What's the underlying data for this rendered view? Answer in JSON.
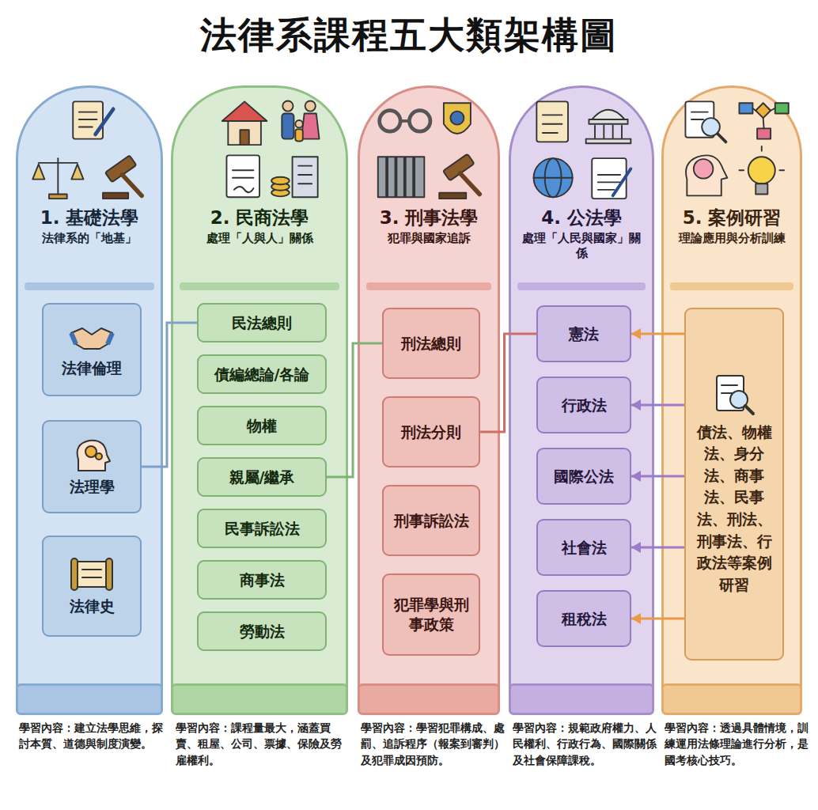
{
  "diagram": {
    "title": "法律系課程五大類架構圖",
    "nodes": [
      {
        "text": [
          "1. 基礎法學",
          "法律系的「地基」"
        ]
      },
      {
        "text": [
          "法律倫理"
        ],
        "in": 0
      },
      {
        "text": [
          "法理學"
        ],
        "in": 0
      },
      {
        "text": [
          "法律史"
        ],
        "in": 0
      },
      {
        "text": [
          "2. 民商法學",
          "處理「人與人」關係"
        ]
      },
      {
        "text": [
          "民法總則"
        ],
        "in": 4
      },
      {
        "text": [
          "債編總論/各論"
        ],
        "in": 4
      },
      {
        "text": [
          "物權"
        ],
        "in": 4
      },
      {
        "text": [
          "親屬/繼承"
        ],
        "in": 4
      },
      {
        "text": [
          "民事訴訟法"
        ],
        "in": 4
      },
      {
        "text": [
          "商事法"
        ],
        "in": 4
      },
      {
        "text": [
          "勞動法"
        ],
        "in": 4
      },
      {
        "text": [
          "3. 刑事法學",
          "犯罪與國家追訴"
        ]
      },
      {
        "text": [
          "刑法總則"
        ],
        "in": 12
      },
      {
        "text": [
          "刑法分則"
        ],
        "in": 12
      },
      {
        "text": [
          "刑事訴訟法"
        ],
        "in": 12
      },
      {
        "text": [
          "犯罪學與刑事政策"
        ],
        "in": 12
      },
      {
        "text": [
          "4. 公法學",
          "處理「人民與國家」關係"
        ]
      },
      {
        "text": [
          "憲法"
        ],
        "in": 17
      },
      {
        "text": [
          "行政法"
        ],
        "in": 17
      },
      {
        "text": [
          "國際公法"
        ],
        "in": 17
      },
      {
        "text": [
          "社會法"
        ],
        "in": 17
      },
      {
        "text": [
          "租稅法"
        ],
        "in": 17
      },
      {
        "text": [
          "5. 案例研習",
          "理論應用與分析訓練"
        ]
      },
      {
        "text": [
          "債法、物權法、身分法、商事法、民事法、刑法、刑事法、行政法等案例研習"
        ],
        "in": 23
      }
    ],
    "edges": [
      {
        "from": 2,
        "to": 5,
        "arrow": "none"
      },
      {
        "from": 8,
        "to": 13,
        "arrow": "none"
      },
      {
        "from": 14,
        "to": 18,
        "arrow": "none"
      },
      {
        "from": 24,
        "to": 18,
        "arrow": "to"
      },
      {
        "from": 24,
        "to": 19,
        "arrow": "to"
      },
      {
        "from": 24,
        "to": 20,
        "arrow": "to"
      },
      {
        "from": 24,
        "to": 21,
        "arrow": "to"
      },
      {
        "from": 24,
        "to": 22,
        "arrow": "to"
      }
    ],
    "labels": [
      "學習內容：建立法學思維，探討本質、道德與制度演變。",
      "學習內容：課程量最大，涵蓋買賣、租屋、公司、票據、保險及勞雇權利。",
      "學習內容：學習犯罪構成、處罰、追訴程序（報案到審判）及犯罪成因預防。",
      "學習內容：規範政府權力、人民權利、行政行為、國際關係及社會保障課稅。",
      "學習內容：透過具體情境，訓練運用法條理論進行分析，是國考核心技巧。"
    ]
  }
}
